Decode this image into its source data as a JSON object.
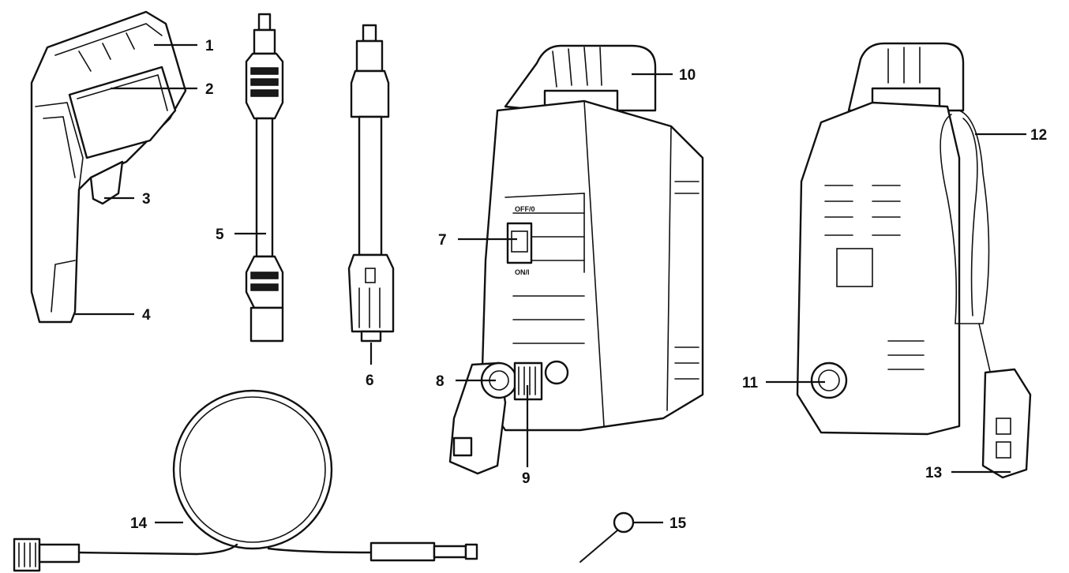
{
  "figure": {
    "callouts": [
      "1",
      "2",
      "3",
      "4",
      "5",
      "6",
      "7",
      "8",
      "9",
      "10",
      "11",
      "12",
      "13",
      "14",
      "15"
    ],
    "switch_labels": {
      "off": "OFF/0",
      "on": "ON/I"
    }
  }
}
